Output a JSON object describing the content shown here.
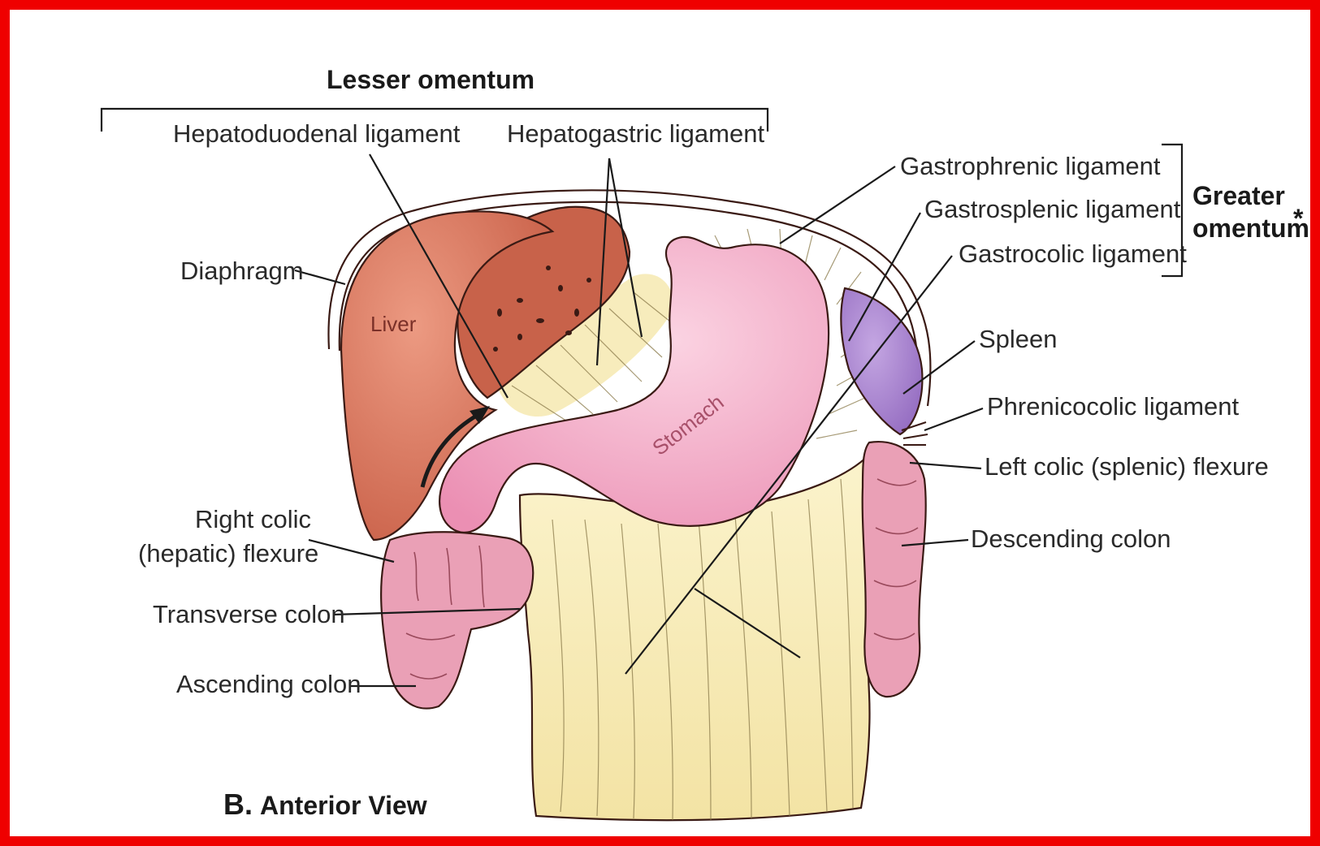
{
  "labels": {
    "lesser_omentum": "Lesser omentum",
    "hepatoduodenal": "Hepatoduodenal ligament",
    "hepatogastric": "Hepatogastric ligament",
    "gastrophrenic": "Gastrophrenic ligament",
    "gastrosplenic": "Gastrosplenic ligament",
    "gastrocolic": "Gastrocolic ligament",
    "greater_omentum_line1": "Greater",
    "greater_omentum_line2": "omentum",
    "asterisk": "*",
    "diaphragm": "Diaphragm",
    "liver": "Liver",
    "stomach": "Stomach",
    "spleen": "Spleen",
    "phrenicocolic": "Phrenicocolic ligament",
    "left_colic_flexure": "Left colic (splenic) flexure",
    "descending_colon": "Descending colon",
    "right_colic_line1": "Right colic",
    "right_colic_line2": "(hepatic) flexure",
    "transverse_colon": "Transverse colon",
    "ascending_colon": "Ascending colon",
    "view_letter": "B.",
    "view_title": "Anterior View"
  },
  "colors": {
    "frame_border": "#ef0000",
    "liver": "#d8735a",
    "liver_back": "#c9634a",
    "stomach": "#f2a2c2",
    "omentum": "#f6eab2",
    "spleen": "#a27cc8",
    "colon": "#eaa0b6"
  }
}
